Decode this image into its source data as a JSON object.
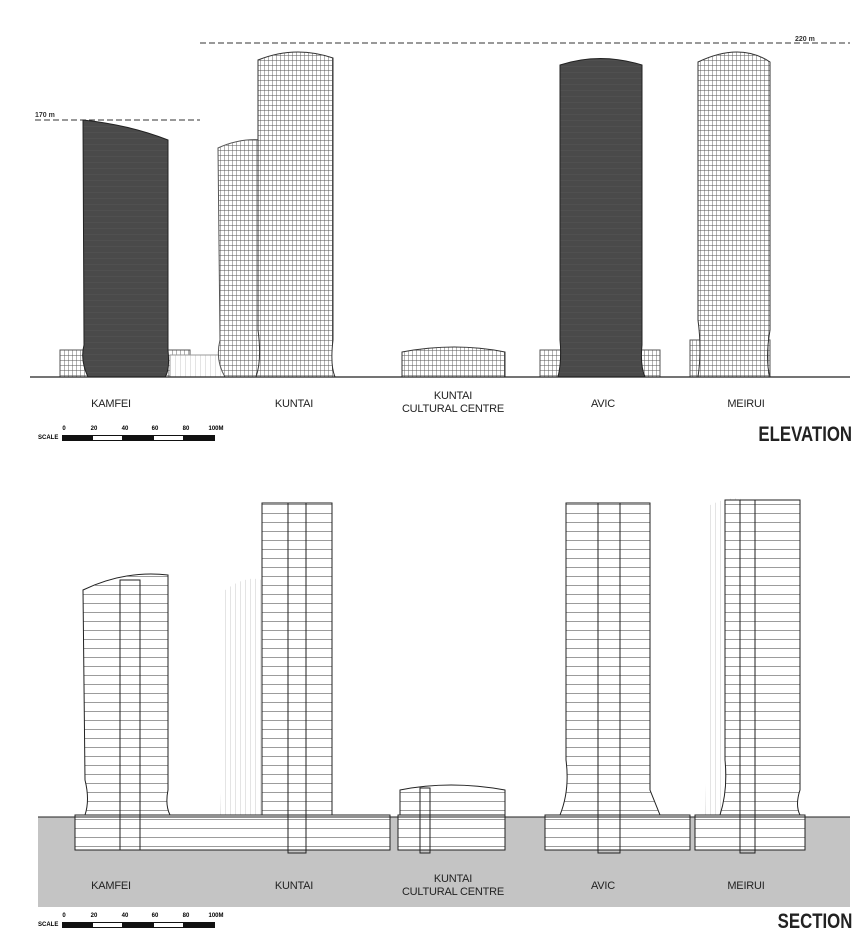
{
  "elevation": {
    "title": "ELEVATION",
    "height_labels": {
      "max": "220 m",
      "kamfei": "170 m"
    },
    "buildings": [
      "KAMFEI",
      "KUNTAI",
      "KUNTAI\nCULTURAL CENTRE",
      "AVIC",
      "MEIRUI"
    ],
    "scale": {
      "label": "SCALE",
      "ticks": [
        "0",
        "20",
        "40",
        "60",
        "80",
        "100M"
      ]
    }
  },
  "section": {
    "title": "SECTION",
    "buildings": [
      "KAMFEI",
      "KUNTAI",
      "KUNTAI\nCULTURAL CENTRE",
      "AVIC",
      "MEIRUI"
    ],
    "scale": {
      "label": "SCALE",
      "ticks": [
        "0",
        "20",
        "40",
        "60",
        "80",
        "100M"
      ]
    }
  },
  "colors": {
    "tower_dark": "#4a4a4a",
    "ground": "#c4c4c4",
    "line": "#222222"
  }
}
